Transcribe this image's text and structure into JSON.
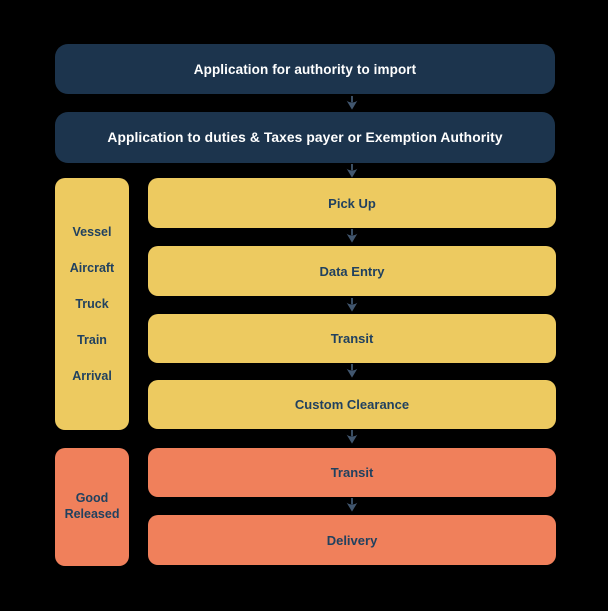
{
  "colors": {
    "background": "#000000",
    "navy": "#1c344d",
    "yellow": "#edca60",
    "orange": "#f0805b",
    "arrow": "#41566e",
    "text_on_navy": "#ffffff",
    "text_on_color": "#21415f"
  },
  "top_boxes": {
    "authority_to_import": "Application for authority to import",
    "duties_taxes_exemption": "Application to duties & Taxes payer or Exemption Authority"
  },
  "transport_column": {
    "labels": [
      "Vessel",
      "Aircraft",
      "Truck",
      "Train",
      "Arrival"
    ]
  },
  "released_column": {
    "label": "Good Released"
  },
  "process_steps": {
    "yellow": [
      "Pick Up",
      "Data Entry",
      "Transit",
      "Custom Clearance"
    ],
    "orange": [
      "Transit",
      "Delivery"
    ]
  },
  "icons": {
    "down_arrow_glyph": "↓"
  }
}
